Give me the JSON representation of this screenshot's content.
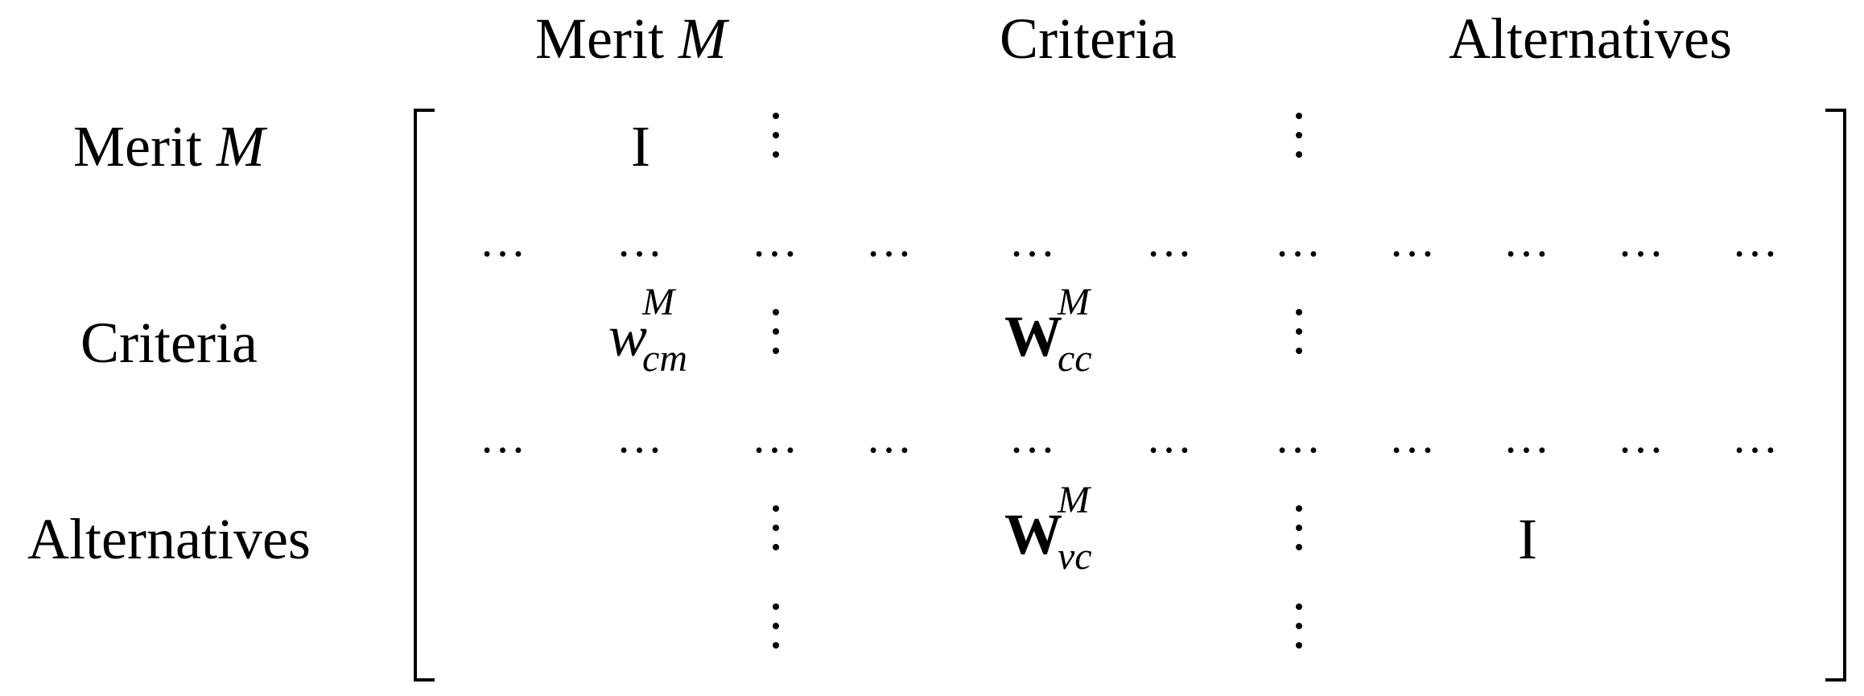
{
  "columns": {
    "merit": {
      "text": "Merit ",
      "var": "M"
    },
    "criteria": "Criteria",
    "alternatives": "Alternatives"
  },
  "rows": {
    "merit": {
      "text": "Merit ",
      "var": "M"
    },
    "criteria": "Criteria",
    "alternatives": "Alternatives"
  },
  "matrix": {
    "identity_top": "I",
    "identity_bottom": "I",
    "dots": "…",
    "w_cm": {
      "base": "w",
      "sup": "M",
      "sub": "cm"
    },
    "W_cc": {
      "base": "W",
      "sup": "M",
      "sub": "cc"
    },
    "W_vc": {
      "base": "W",
      "sup": "M",
      "sub": "vc"
    }
  }
}
